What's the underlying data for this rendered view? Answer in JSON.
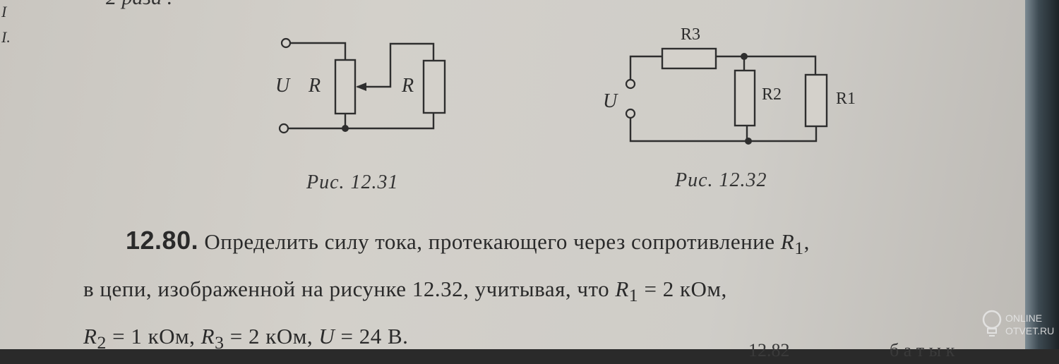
{
  "top_clipped": "2 раза .",
  "margin_marks": [
    "I",
    "I."
  ],
  "fig_1231": {
    "label_u": "U",
    "label_r_left": "R",
    "label_r_right": "R",
    "caption": "Рис. 12.31"
  },
  "fig_1232": {
    "label_u": "U",
    "label_r3": "R3",
    "label_r2": "R2",
    "label_r1": "R1",
    "caption": "Рис. 12.32"
  },
  "problem": {
    "number": "12.80.",
    "line1": "Определить силу тока, протекающего через сопротивление",
    "line1_var": "R",
    "line1_sub": "1",
    "line1_end": ",",
    "line2_a": "в цепи, изображенной на рисунке 12.32, учитывая, что",
    "line2_var": "R",
    "line2_sub": "1",
    "line2_b": "= 2 кОм,",
    "line3_r2": "R",
    "line3_r2_sub": "2",
    "line3_r2_val": "= 1 кОм,",
    "line3_r3": "R",
    "line3_r3_sub": "3",
    "line3_r3_val": "= 2 кОм,",
    "line3_u": "U",
    "line3_u_val": "= 24 В."
  },
  "bottom_fragments": [
    "12.82",
    "б а т ы к"
  ],
  "watermark": {
    "line1": "ONLINE",
    "line2": "OTVET.RU",
    "icon": "lightbulb-icon"
  }
}
